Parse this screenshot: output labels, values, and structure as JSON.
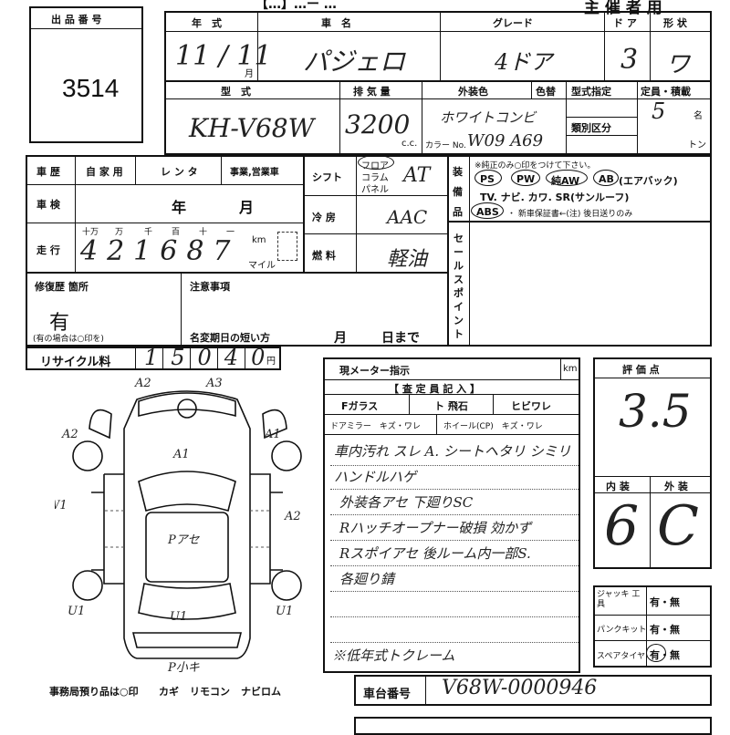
{
  "lot": {
    "label": "出 品 番 号",
    "number": "3514"
  },
  "header": {
    "title": "主 催 者 用",
    "top_fragment": "【…】…ー …"
  },
  "row1": {
    "year_label": "年　式",
    "car_label": "車　名",
    "grade_label": "グレード",
    "door_label": "ド ア",
    "shape_label": "形 状",
    "year_hw": "11 / 11",
    "month_unit": "月",
    "car_hw": "パジェロ",
    "grade_hw": "4ドア",
    "door_hw": "3",
    "shape_hw": "ワ"
  },
  "row2": {
    "model_label": "型　式",
    "displacement_label": "排 気 量",
    "color_label": "外装色",
    "color2_label": "色替",
    "type_spec_label": "型式指定",
    "capacity_label": "定員・積載",
    "class_label": "類別区分",
    "model_hw": "KH-V68W",
    "displacement_hw": "3200",
    "cc_unit": "c.c.",
    "color_hw": "ホワイトコンビ",
    "color_no_label": "カラー No.",
    "color_no_hw": "W09 A69",
    "capacity_hw": "5",
    "persons_unit": "名",
    "tons_unit": "トン"
  },
  "history": {
    "label": "車 歴",
    "options": [
      "自 家 用",
      "レ ン タ",
      "事業,営業車"
    ],
    "inspection_label": "車 検",
    "year_unit": "年",
    "month_unit": "月",
    "mileage_label": "走 行",
    "digit_units": [
      "十万",
      "万",
      "千",
      "百",
      "十",
      "一"
    ],
    "mileage_hw": "421687",
    "km_label": "km",
    "mile_label": "マイル"
  },
  "shift": {
    "label": "シフト",
    "options": [
      "フロア",
      "コラム",
      "パネル"
    ],
    "value_hw": "AT"
  },
  "ac": {
    "label": "冷 房",
    "value_hw": "AAC"
  },
  "fuel": {
    "label": "燃 料",
    "value_hw": "軽油"
  },
  "equipment": {
    "label": "装 備 品",
    "note": "※純正のみ○印をつけて下さい。",
    "row1": [
      "PS",
      "PW",
      "純AW",
      "AB",
      "(エアバック)"
    ],
    "row2": "TV. ナビ. カワ. SR(サンルーフ)",
    "row3": [
      "ABS",
      "・ 新車保証書←(注) 後日送りのみ"
    ]
  },
  "sales_point": {
    "label": "セールスポイント"
  },
  "repair": {
    "label": "修復歴 箇所",
    "value": "有",
    "note": "(有の場合は○印を)"
  },
  "notes": {
    "label": "注意事項",
    "name_change_label": "名変期日の短い方",
    "month": "月",
    "day": "日まで"
  },
  "recycle": {
    "label": "リサイクル料",
    "value_hw": "15040",
    "unit": "円"
  },
  "diagram": {
    "labels": [
      "A2",
      "A3",
      "A2",
      "A1",
      "A1",
      "W1",
      "A2",
      "Pアセ",
      "U1",
      "U1",
      "U1",
      "P小キ"
    ],
    "office_note": "事務局預り品は○印",
    "keys": "カギ",
    "remote": "リモコン",
    "navi": "ナビロム"
  },
  "meter": {
    "label": "現メーター指示",
    "unit": "km"
  },
  "inspector": {
    "label": "【 査 定 員 記 入 】",
    "cells": [
      "Fガラス",
      "ト 飛石",
      "ヒビワレ"
    ],
    "cells2": [
      "ドアミラー　キズ・ワレ",
      "ホイール(CP)　キズ・ワレ"
    ]
  },
  "remarks": [
    "車内汚れ スレ A. シートヘタリ シミリ",
    "ハンドルハゲ",
    "外装各アセ 下廻りSC",
    "Rハッチオープナー破損 効かず",
    "Rスポイアセ 後ルーム内一部S.",
    "各廻り錆"
  ],
  "remark_last": "※低年式トクレーム",
  "score": {
    "label": "評 価 点",
    "value_hw": "3.5",
    "interior_label": "内 装",
    "exterior_label": "外 装",
    "interior_hw": "6",
    "exterior_hw": "C"
  },
  "tools": {
    "jack": "ジャッキ 工具",
    "puncture": "パンクキット",
    "spare": "スペアタイヤ",
    "options": "有・無"
  },
  "chassis": {
    "label": "車台番号",
    "value_hw": "V68W-0000946"
  }
}
